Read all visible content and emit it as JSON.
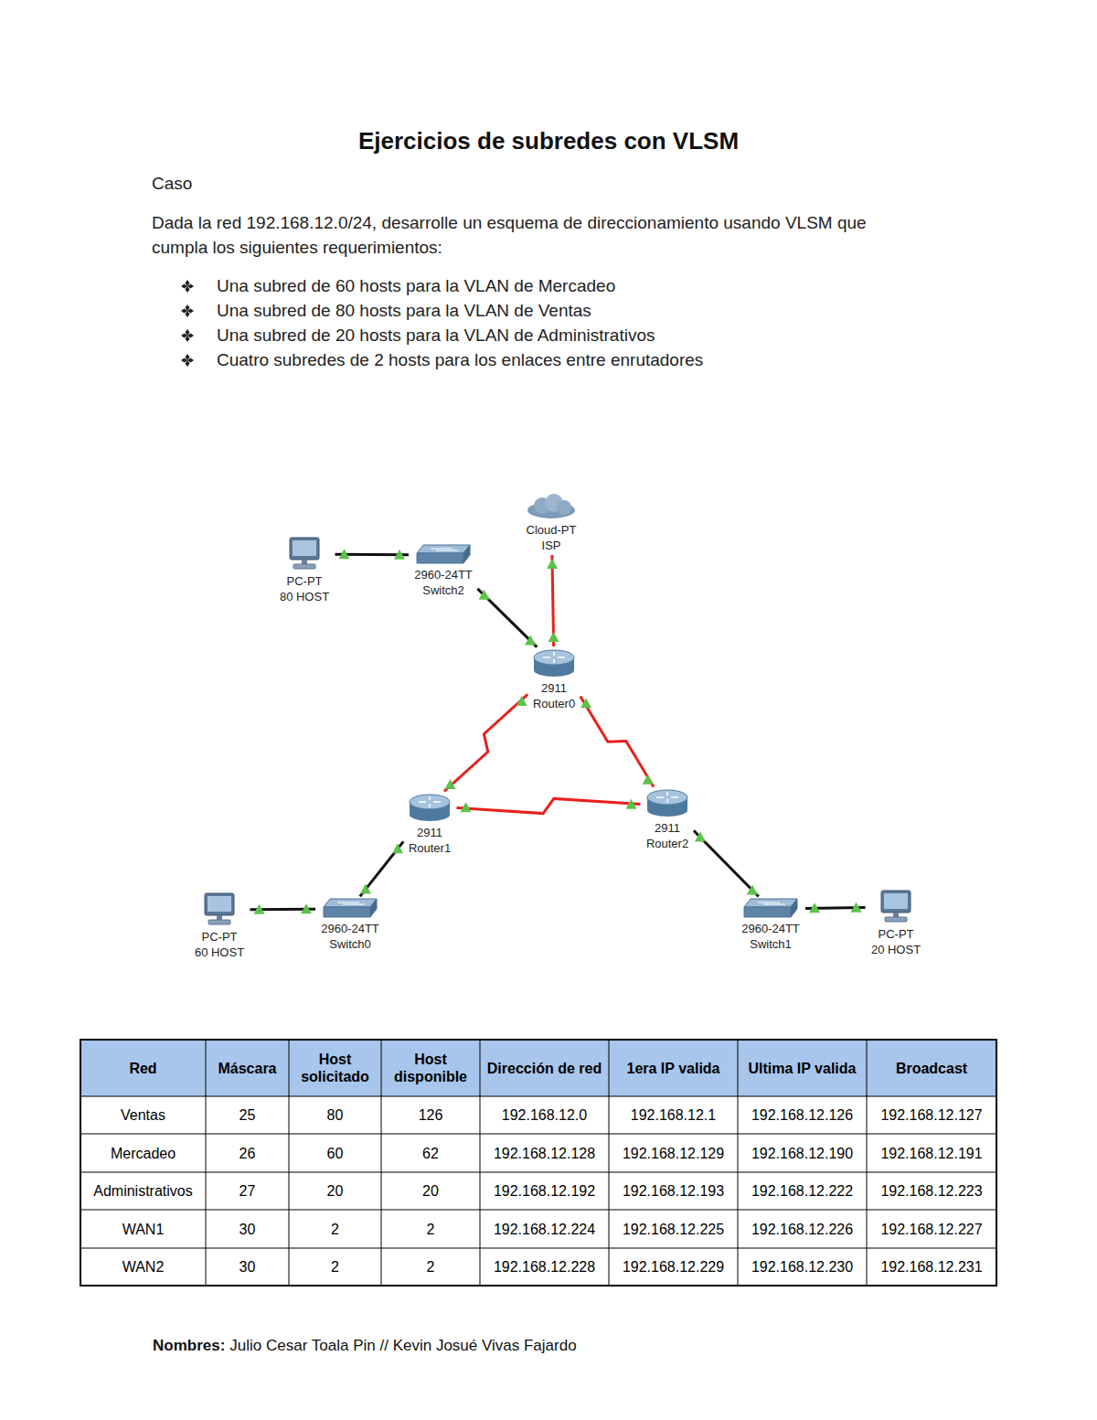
{
  "diagram": {
    "title": "Ejercicios de subredes con VLSM",
    "nodes": [
      {
        "text": [
          "Cloud-PT",
          "ISP"
        ]
      },
      {
        "text": [
          "PC-PT",
          "80 HOST"
        ]
      },
      {
        "text": [
          "2960-24TT",
          "Switch2"
        ]
      },
      {
        "text": [
          "2911",
          "Router0"
        ]
      },
      {
        "text": [
          "2911",
          "Router1"
        ]
      },
      {
        "text": [
          "2911",
          "Router2"
        ]
      },
      {
        "text": [
          "PC-PT",
          "60 HOST"
        ]
      },
      {
        "text": [
          "2960-24TT",
          "Switch0"
        ]
      },
      {
        "text": [
          "2960-24TT",
          "Switch1"
        ]
      },
      {
        "text": [
          "PC-PT",
          "20 HOST"
        ]
      }
    ],
    "edges": [
      {
        "from": 1,
        "to": 2,
        "arrow": "none"
      },
      {
        "from": 2,
        "to": 3,
        "arrow": "none"
      },
      {
        "from": 0,
        "to": 3,
        "arrow": "none"
      },
      {
        "from": 3,
        "to": 4,
        "arrow": "none"
      },
      {
        "from": 3,
        "to": 5,
        "arrow": "none"
      },
      {
        "from": 4,
        "to": 5,
        "arrow": "none"
      },
      {
        "from": 4,
        "to": 7,
        "arrow": "none"
      },
      {
        "from": 6,
        "to": 7,
        "arrow": "none"
      },
      {
        "from": 5,
        "to": 8,
        "arrow": "none"
      },
      {
        "from": 8,
        "to": 9,
        "arrow": "none"
      }
    ],
    "labels": [
      "Caso",
      "Dada la red 192.168.12.0/24, desarrolle un esquema de direccionamiento usando VLSM que cumpla los siguientes requerimientos:",
      "Una subred de 60 hosts para la VLAN de Mercadeo",
      "Una subred de 80 hosts para la VLAN de Ventas",
      "Una subred de 20 hosts para la VLAN de Administrativos",
      "Cuatro subredes de 2 hosts para los enlaces entre enrutadores",
      "Red",
      "Máscara",
      "Host solicitado",
      "Host disponible",
      "Dirección de red",
      "1era IP valida",
      "Ultima IP valida",
      "Broadcast",
      "Ventas",
      "25",
      "80",
      "126",
      "192.168.12.0",
      "192.168.12.1",
      "192.168.12.126",
      "192.168.12.127",
      "Mercadeo",
      "26",
      "60",
      "62",
      "192.168.12.128",
      "192.168.12.129",
      "192.168.12.190",
      "192.168.12.191",
      "Administrativos",
      "27",
      "20",
      "20",
      "192.168.12.192",
      "192.168.12.193",
      "192.168.12.222",
      "192.168.12.223",
      "WAN1",
      "30",
      "2",
      "2",
      "192.168.12.224",
      "192.168.12.225",
      "192.168.12.226",
      "192.168.12.227",
      "WAN2",
      "30",
      "2",
      "2",
      "192.168.12.228",
      "192.168.12.229",
      "192.168.12.230",
      "192.168.12.231",
      "Nombres:",
      "Julio Cesar Toala Pin // Kevin Josué Vivas Fajardo"
    ]
  }
}
